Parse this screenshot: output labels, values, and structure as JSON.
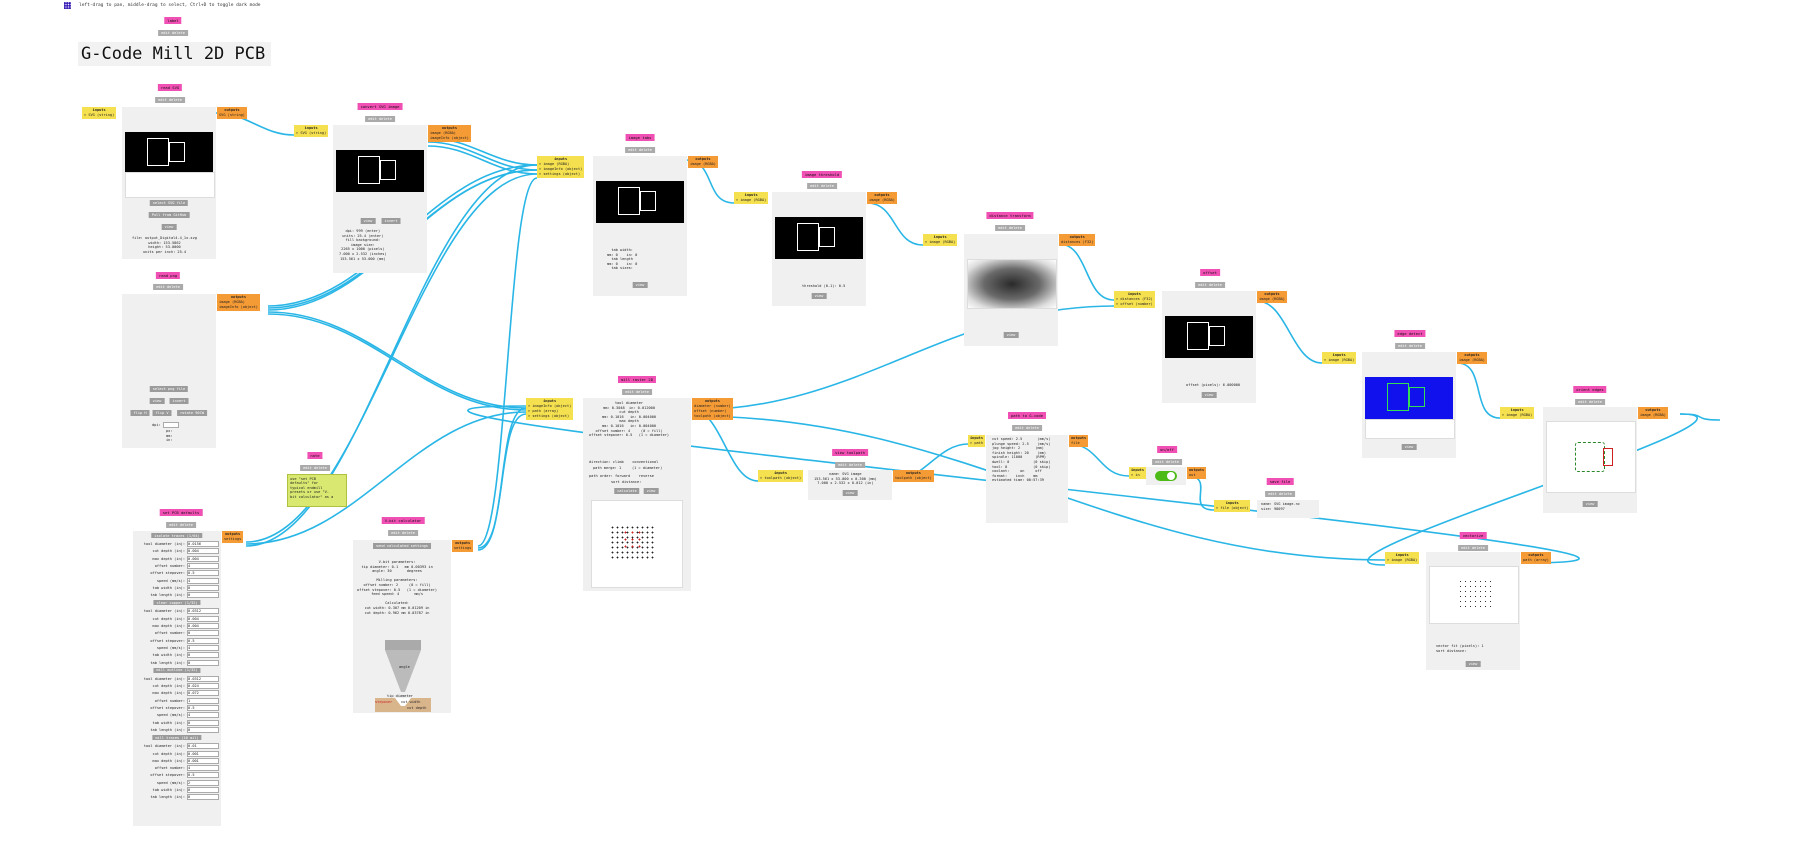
{
  "header": {
    "hint": "left-drag to pan, middle-drag to select, Ctrl+D to toggle dark mode",
    "label_module": "label",
    "label_tools": "edit delete",
    "program_title": "G-Code Mill 2D PCB"
  },
  "common": {
    "tools": "edit delete",
    "inputs": "inputs",
    "outputs": "outputs"
  },
  "modules": {
    "read_svg": {
      "title": "read SVG",
      "inputs": "> SVG (string)",
      "outputs": "SVG (string)",
      "buttons": [
        "select SVG file",
        "Pull from GitHub",
        "view"
      ],
      "info": "file: output_Digital4-4_1x.svg\nwidth: 153.5862\nheight: 53.0000\nunits per inch: 25.4"
    },
    "read_png": {
      "title": "read png",
      "outputs": "image (RGBA)\nimageInfo (object)",
      "buttons": [
        "select png file",
        "view",
        "invert",
        "flip H",
        "flip V",
        "rotate 90CW"
      ],
      "dpi_label": "dpi:",
      "dims": "px:\nmm:\nin:"
    },
    "convert_svg_image": {
      "title": "convert SVG image",
      "inputs": "> SVG (string)",
      "outputs": "image (RGBA)\nimageInfo (object)",
      "buttons": [
        "view",
        "invert"
      ],
      "info": "dpi: 999 (enter)\nunits: 25.4 (enter)\nfill background:\nimage size:\n2265 x 1000 (pixels)\n7.000 x 2.532 (inches)\n153.561 x 53.000 (mm)"
    },
    "image_info_router": {
      "inputs": "> image (RGBA)\n> imageInfo (object)\n> settings (object)"
    },
    "image_tabs": {
      "title": "image tabs",
      "outputs": "image (RGBA)",
      "info": "tab width:\nmm: 0    in: 0\ntab length\nmm: 0    in: 0\ntab sizes:",
      "button": "view"
    },
    "image_threshold": {
      "title": "image threshold",
      "inputs": "> image (RGBA)",
      "outputs": "image (RGBA)",
      "info": "threshold (0-1): 0.5",
      "button": "view"
    },
    "distance_transform": {
      "title": "distance transform",
      "inputs": "> image (RGBA)",
      "outputs": "distances (F32)",
      "button": "view"
    },
    "offset": {
      "title": "offset",
      "inputs": "> distances (F32)\n> offset (number)",
      "outputs": "image (RGBA)",
      "info": "offset (pixels): 6.000000",
      "button": "view"
    },
    "edge_detect": {
      "title": "edge detect",
      "inputs": "> image (RGBA)",
      "outputs": "image (RGBA)",
      "button": "view"
    },
    "orient_edges": {
      "title": "orient edges",
      "inputs": "> image (RGBA)",
      "outputs": "image (RGBA)",
      "button": "view"
    },
    "vectorize": {
      "title": "vectorize",
      "inputs": "> image (RGBA)",
      "outputs": "path (array)",
      "info": "vector fit (pixels): 1\nsort distance:",
      "button": "view"
    },
    "mill_raster_2d": {
      "title": "mill raster 2D",
      "inputs": "> imageInfo (object)\n> path (array)\n> settings (object)",
      "outputs": "diameter (number)\noffset (number)\ntoolpath (object)",
      "info": "tool diameter\nmm: 0.3048  in: 0.012000\ncut depth\nmm: 0.1016   in: 0.004000\nmax depth\nmm: 0.1016   in: 0.004000\noffset number: 4     (0 = fill)\noffset stepover: 0.5   (1 = diameter)",
      "direction": "direction: climb    conventional",
      "merge": "path merge: 1     (1 = diameter)",
      "order": "path order: forward    reverse",
      "sort": "sort distance:",
      "buttons": [
        "calculate",
        "view"
      ]
    },
    "view_toolpath": {
      "title": "view toolpath",
      "inputs": "> toolpath (object)",
      "outputs": "toolpath (object)",
      "info": "name: SVG image\n153.561 x 53.000 x 0.300 (mm)\n7.000 x 2.532 x 0.012 (in)",
      "button": "view"
    },
    "path_to_gcode": {
      "title": "path to G-code",
      "inputs": "> path",
      "outputs": "file",
      "info": "cut speed: 2.5       (mm/s)\nplunge speed: 2.5    (mm/s)\njog height: 2       (mm)\nfinish height: 20    (mm)\nspindle: 11000      (RPM)\ndwell: 0           (0 skip)\ntool: 0            (0 skip)\ncoolant:     on     off\nformat:    inch    mm\nestimated time: 00:57:39"
    },
    "on_off": {
      "title": "on/off",
      "inputs": "> in",
      "outputs": "out"
    },
    "save_file": {
      "title": "save file",
      "inputs": "> file (object)",
      "info": "name: SVG image.nc\nsize: 98097"
    },
    "set_pcb_defaults": {
      "title": "set PCB defaults",
      "outputs": "settings",
      "sections": [
        {
          "name": "isolate traces (1/64)",
          "rows": [
            "tool diameter (in):",
            "cut depth (in):",
            "max depth (in):",
            "offset number:",
            "offset stepover:",
            "speed (mm/s):",
            "tab width (in):",
            "tab length (in):"
          ],
          "values": [
            "0.0156",
            "0.004",
            "0.004",
            "4",
            "0.5",
            "4",
            "0",
            "0"
          ]
        },
        {
          "name": "clear copper (1/32)",
          "rows": [
            "tool diameter (in):",
            "cut depth (in):",
            "max depth (in):",
            "offset number:",
            "offset stepover:",
            "speed (mm/s):",
            "tab width (in):",
            "tab length (in):"
          ],
          "values": [
            "0.0312",
            "0.004",
            "0.004",
            "0",
            "0.5",
            "4",
            "0",
            "0"
          ]
        },
        {
          "name": "mill outline (1/32)",
          "rows": [
            "tool diameter (in):",
            "cut depth (in):",
            "max depth (in):",
            "offset number:",
            "offset stepover:",
            "speed (mm/s):",
            "tab width (in):",
            "tab length (in):"
          ],
          "values": [
            "0.0312",
            "0.024",
            "0.072",
            "1",
            "0.5",
            "4",
            "0",
            "0"
          ]
        },
        {
          "name": "mill traces (10 mil)",
          "rows": [
            "tool diameter (in):",
            "cut depth (in):",
            "max depth (in):",
            "offset number:",
            "offset stepover:",
            "speed (mm/s):",
            "tab width (in):",
            "tab length (in):"
          ],
          "values": [
            "0.01",
            "0.001",
            "0.001",
            "4",
            "0.5",
            "2",
            "0",
            "0"
          ]
        }
      ]
    },
    "note": {
      "title": "note",
      "text": "use \"set PCB\ndefaults\" for\ntypical endmill\npresets or use \"V-\nbit calculator\" as a"
    },
    "vbit_calculator": {
      "title": "V-bit calculator",
      "outputs": "settings",
      "button": "send calculated settings",
      "info": "V-bit parameters:\ntip diameter: 0.1   mm 0.00393 in\nangle: 30       degrees\n\nMilling parameters:\noffset number: 2     (0 = fill)\noffset stepover: 0.5   (1 = diameter)\nfeed speed: 4       mm/s\n\nCalculated:\ncut width: 0.307 mm 0.01209 in\ncut depth: 0.962 mm 0.03787 in",
      "angle": "angle",
      "tip": "tip diameter",
      "stepover": "stepover",
      "cutwidth": "cut width",
      "cutdepth": "cut depth"
    }
  },
  "colors": {
    "wire": "#29b6e6",
    "title": "#f050b4",
    "input": "#f5e050",
    "output": "#f59b35",
    "tool": "#aaaaaa",
    "toggle": "#4cbb17",
    "edge_bg": "#1111ee"
  }
}
